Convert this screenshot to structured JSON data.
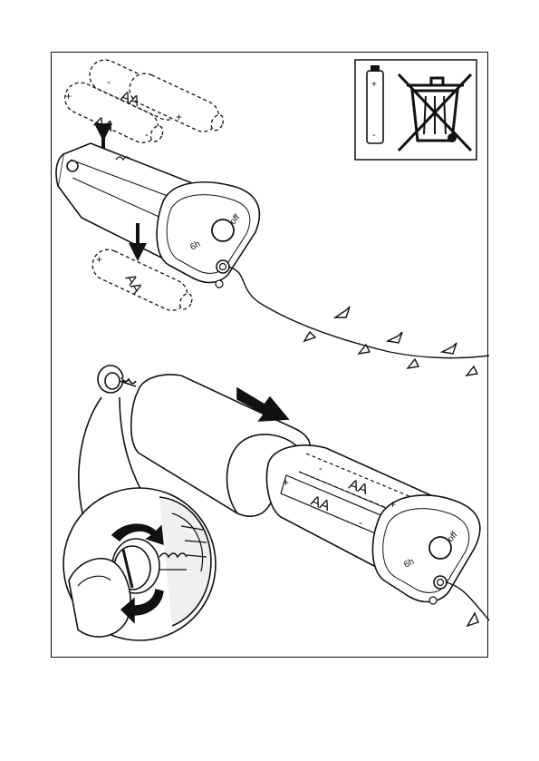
{
  "batteries": {
    "size_label": "AA",
    "plus": "+",
    "minus": "-"
  },
  "control": {
    "timer_label": "6h",
    "off_label": "off"
  },
  "colors": {
    "line": "#111111",
    "fill": "#ffffff",
    "shade": "#e6e6e6"
  },
  "icons": [
    "weee-crossed-bin-icon",
    "battery-icon",
    "screw-icon",
    "rotate-arrow-icon",
    "push-arrow-icon"
  ]
}
